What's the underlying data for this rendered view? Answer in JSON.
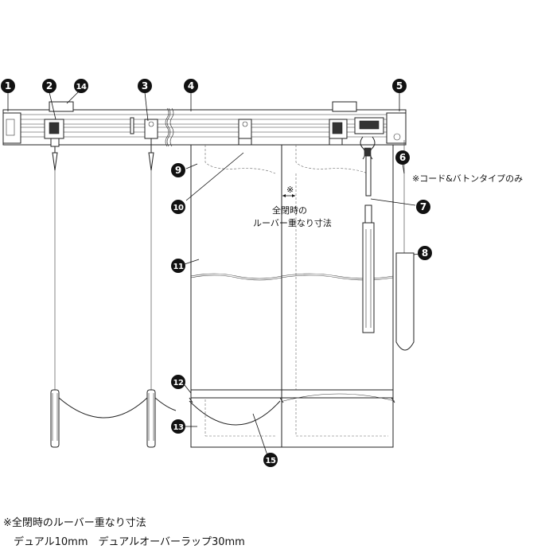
{
  "callouts": [
    {
      "id": "1",
      "label": "1"
    },
    {
      "id": "2",
      "label": "2"
    },
    {
      "id": "3",
      "label": "3"
    },
    {
      "id": "4",
      "label": "4"
    },
    {
      "id": "5",
      "label": "5"
    },
    {
      "id": "6",
      "label": "6"
    },
    {
      "id": "7",
      "label": "7"
    },
    {
      "id": "8",
      "label": "8"
    },
    {
      "id": "9",
      "label": "9"
    },
    {
      "id": "10",
      "label": "10"
    },
    {
      "id": "11",
      "label": "11"
    },
    {
      "id": "12",
      "label": "12"
    },
    {
      "id": "13",
      "label": "13"
    },
    {
      "id": "14",
      "label": "14"
    },
    {
      "id": "15",
      "label": "15"
    }
  ],
  "annotations": {
    "cord_baton_only": "※コード&バトンタイプのみ",
    "overlap_mark": "※",
    "overlap_line1": "全閉時の",
    "overlap_line2": "ルーバー重なり寸法"
  },
  "footnote": {
    "line1": "※全閉時のルーバー重なり寸法",
    "line2": "　デュアル10mm　デュアルオーバーラップ30mm"
  }
}
